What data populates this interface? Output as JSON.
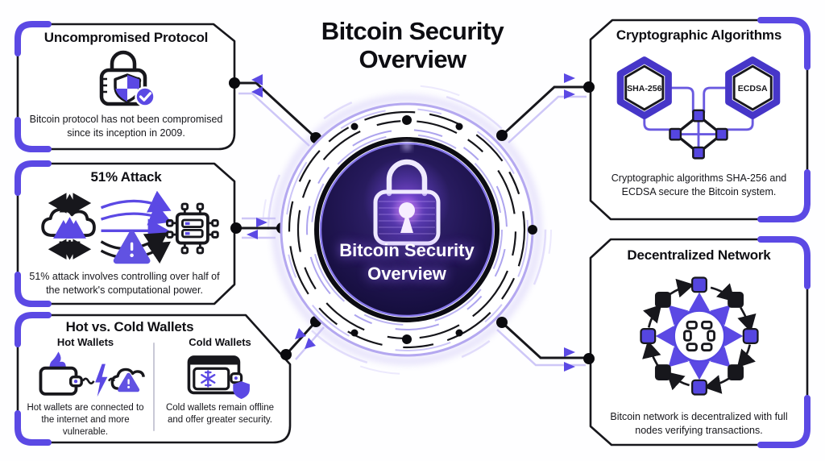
{
  "title": "Bitcoin Security Overview",
  "colors": {
    "accent": "#5b49e4",
    "accent_light": "#c7bff4",
    "ink": "#141419",
    "center_bg": "#140c34",
    "warning_purple": "#6152e2"
  },
  "center_badge": {
    "icon": "padlock-icon",
    "line1": "Bitcoin Security",
    "line2": "Overview"
  },
  "cards": {
    "uncompromised_protocol": {
      "title": "Uncompromised Protocol",
      "icon": "lock-shield-check-icon",
      "body": "Bitcoin protocol has not been compromised since its inception in 2009."
    },
    "attack_51": {
      "title": "51% Attack",
      "icon": "cloud-attack-chip-icon",
      "body": "51% attack involves controlling over half of the network's computational power."
    },
    "wallets": {
      "title": "Hot vs. Cold Wallets",
      "hot": {
        "label": "Hot Wallets",
        "icon": "hot-wallet-icon",
        "body": "Hot wallets are connected to the internet and more vulnerable."
      },
      "cold": {
        "label": "Cold Wallets",
        "icon": "cold-wallet-icon",
        "body": "Cold wallets remain offline and offer greater security."
      }
    },
    "cryptographic_algorithms": {
      "title": "Cryptographic Algorithms",
      "icon": "hash-network-icon",
      "hexagons": [
        "SHA-256",
        "ECDSA"
      ],
      "body": "Cryptographic algorithms SHA-256 and ECDSA secure the Bitcoin system."
    },
    "decentralized_network": {
      "title": "Decentralized Network",
      "icon": "node-ring-icon",
      "body": "Bitcoin network is decentralized with full nodes verifying transactions."
    }
  }
}
